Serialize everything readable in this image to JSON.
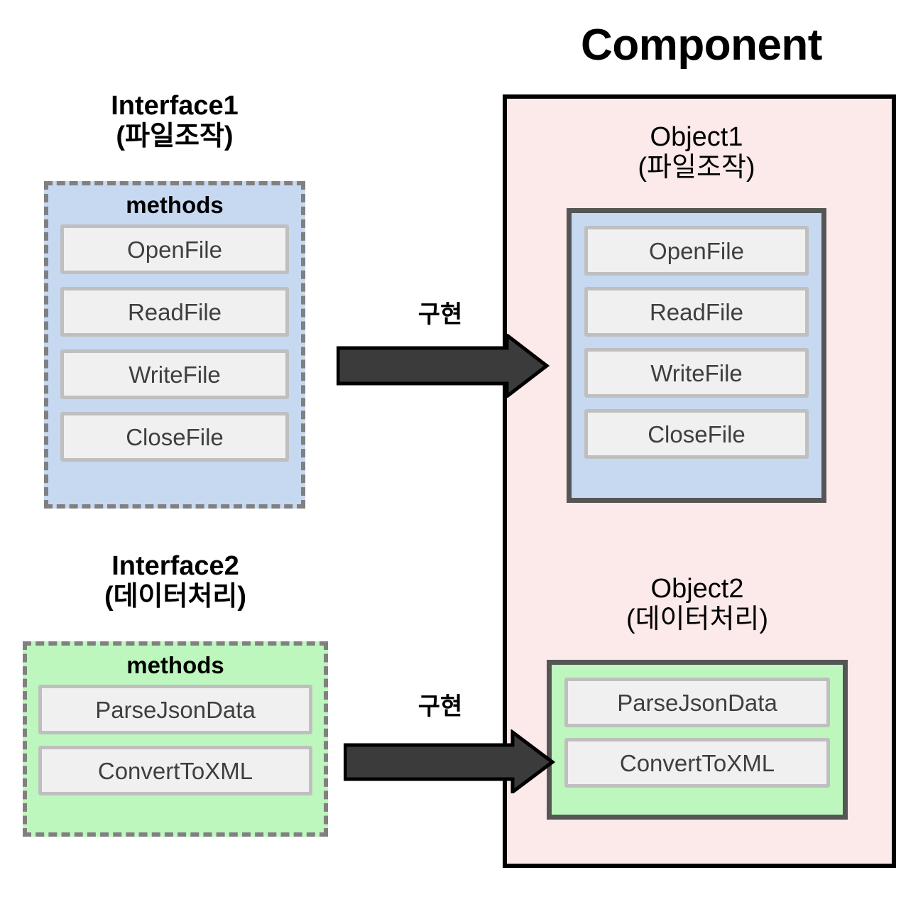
{
  "component": {
    "title": "Component",
    "fill_color": "#fce9e9",
    "border_color": "#000000"
  },
  "interfaces": [
    {
      "title_line1": "Interface1",
      "title_line2": "(파일조작)",
      "section_label": "methods",
      "fill_color": "#c6d9f1",
      "border_color": "#808080",
      "methods": [
        "OpenFile",
        "ReadFile",
        "WriteFile",
        "CloseFile"
      ]
    },
    {
      "title_line1": "Interface2",
      "title_line2": "(데이터처리)",
      "section_label": "methods",
      "fill_color": "#bdf7bd",
      "border_color": "#808080",
      "methods": [
        "ParseJsonData",
        "ConvertToXML"
      ]
    }
  ],
  "objects": [
    {
      "title_line1": "Object1",
      "title_line2": "(파일조작)",
      "fill_color": "#c6d9f1",
      "border_color": "#555555",
      "methods": [
        "OpenFile",
        "ReadFile",
        "WriteFile",
        "CloseFile"
      ]
    },
    {
      "title_line1": "Object2",
      "title_line2": "(데이터처리)",
      "fill_color": "#bdf7bd",
      "border_color": "#555555",
      "methods": [
        "ParseJsonData",
        "ConvertToXML"
      ]
    }
  ],
  "arrows": [
    {
      "label": "구현",
      "from": "Interface1",
      "to": "Object1",
      "color": "#3b3b3b"
    },
    {
      "label": "구현",
      "from": "Interface2",
      "to": "Object2",
      "color": "#3b3b3b"
    }
  ]
}
